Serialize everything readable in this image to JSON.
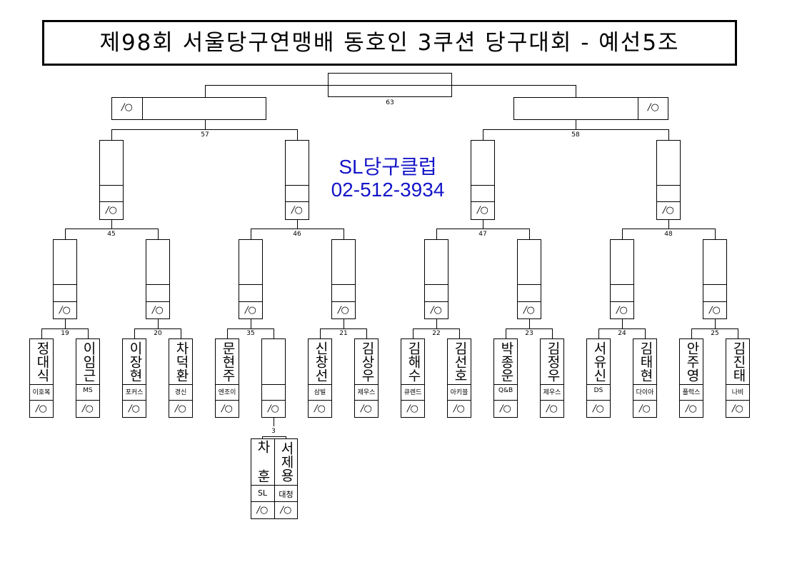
{
  "title": "제98회 서울당구연맹배 동호인 3쿠션 당구대회 - 예선5조",
  "sponsor": {
    "name": "SL당구클럽",
    "phone": "02-512-3934"
  },
  "colors": {
    "sponsor": "#1414c8",
    "line": "#000000"
  },
  "score_mark": "/○",
  "match_numbers": {
    "final": "63",
    "semi_left": "57",
    "semi_right": "58",
    "qf": [
      "45",
      "46",
      "47",
      "48"
    ],
    "r2": [
      "19",
      "20",
      "35",
      "21",
      "22",
      "23",
      "24",
      "25"
    ],
    "prelim": "3"
  },
  "players": [
    {
      "name": "정대식",
      "club": "이호복"
    },
    {
      "name": "이임근",
      "club": "MS"
    },
    {
      "name": "이장현",
      "club": "포커스"
    },
    {
      "name": "차덕환",
      "club": "경신"
    },
    {
      "name": "문현주",
      "club": "엔조이"
    },
    {
      "name": "",
      "club": ""
    },
    {
      "name": "신창선",
      "club": "삼빌"
    },
    {
      "name": "김상우",
      "club": "제우스"
    },
    {
      "name": "김해수",
      "club": "큐렌드"
    },
    {
      "name": "김선호",
      "club": "아키블"
    },
    {
      "name": "박종운",
      "club": "Q&B"
    },
    {
      "name": "김정우",
      "club": "제우스"
    },
    {
      "name": "서유신",
      "club": "DS"
    },
    {
      "name": "김태현",
      "club": "다이아"
    },
    {
      "name": "안주영",
      "club": "플럭스"
    },
    {
      "name": "김진태",
      "club": "나비"
    }
  ],
  "prelim_players": [
    {
      "name": "차훈",
      "name_display": "차 훈",
      "club": "SL"
    },
    {
      "name": "서제용",
      "club": "대청"
    }
  ]
}
